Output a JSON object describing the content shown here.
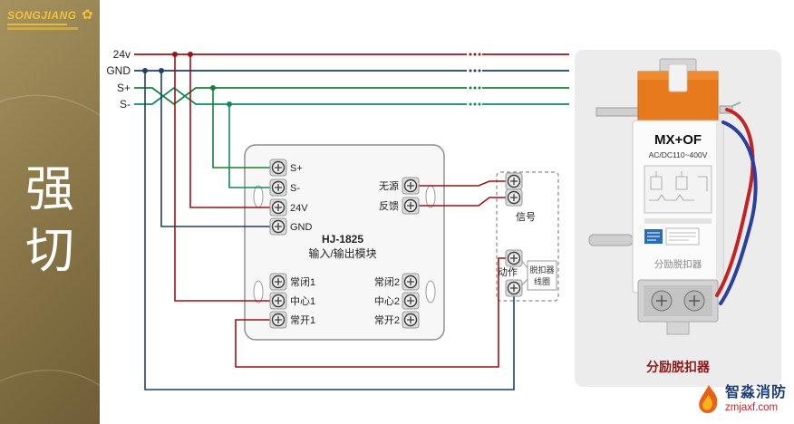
{
  "sidebar": {
    "brand": "SONGJIANG",
    "vertical_title_chars": [
      "强",
      "切"
    ]
  },
  "bus_lines": [
    {
      "label": "24v",
      "color": "#9b1313"
    },
    {
      "label": "GND",
      "color": "#1f3f6e"
    },
    {
      "label": "S+",
      "color": "#1b7f3a"
    },
    {
      "label": "S-",
      "color": "#0e8a63"
    }
  ],
  "module": {
    "model": "HJ-1825",
    "name": "输入/输出模块",
    "left_top_terminals": [
      "S+",
      "S-",
      "24V",
      "GND"
    ],
    "left_bottom_terminals": [
      "常闭1",
      "中心1",
      "常开1"
    ],
    "right_feedback_label_line1": "无源",
    "right_feedback_label_line2": "反馈",
    "right_bottom_terminals": [
      "常闭2",
      "中心2",
      "常开2"
    ]
  },
  "trip_unit": {
    "signal_label": "信号",
    "action_label": "动作",
    "coil_label_line1": "脱扣器",
    "coil_label_line2": "线圈"
  },
  "product": {
    "model": "MX+OF",
    "rating": "AC/DC110~400V",
    "body_label": "分励脱扣器",
    "caption": "分励脱扣器"
  },
  "footer": {
    "brand": "智淼消防",
    "url": "zmjaxf.com"
  },
  "colors": {
    "sidebar_gold": "#8b794b",
    "logo_yellow": "#f0c33c",
    "caption_red": "#8a1a1a",
    "footer_brand_blue": "#1c3c77",
    "footer_url_red": "#d2232a"
  }
}
